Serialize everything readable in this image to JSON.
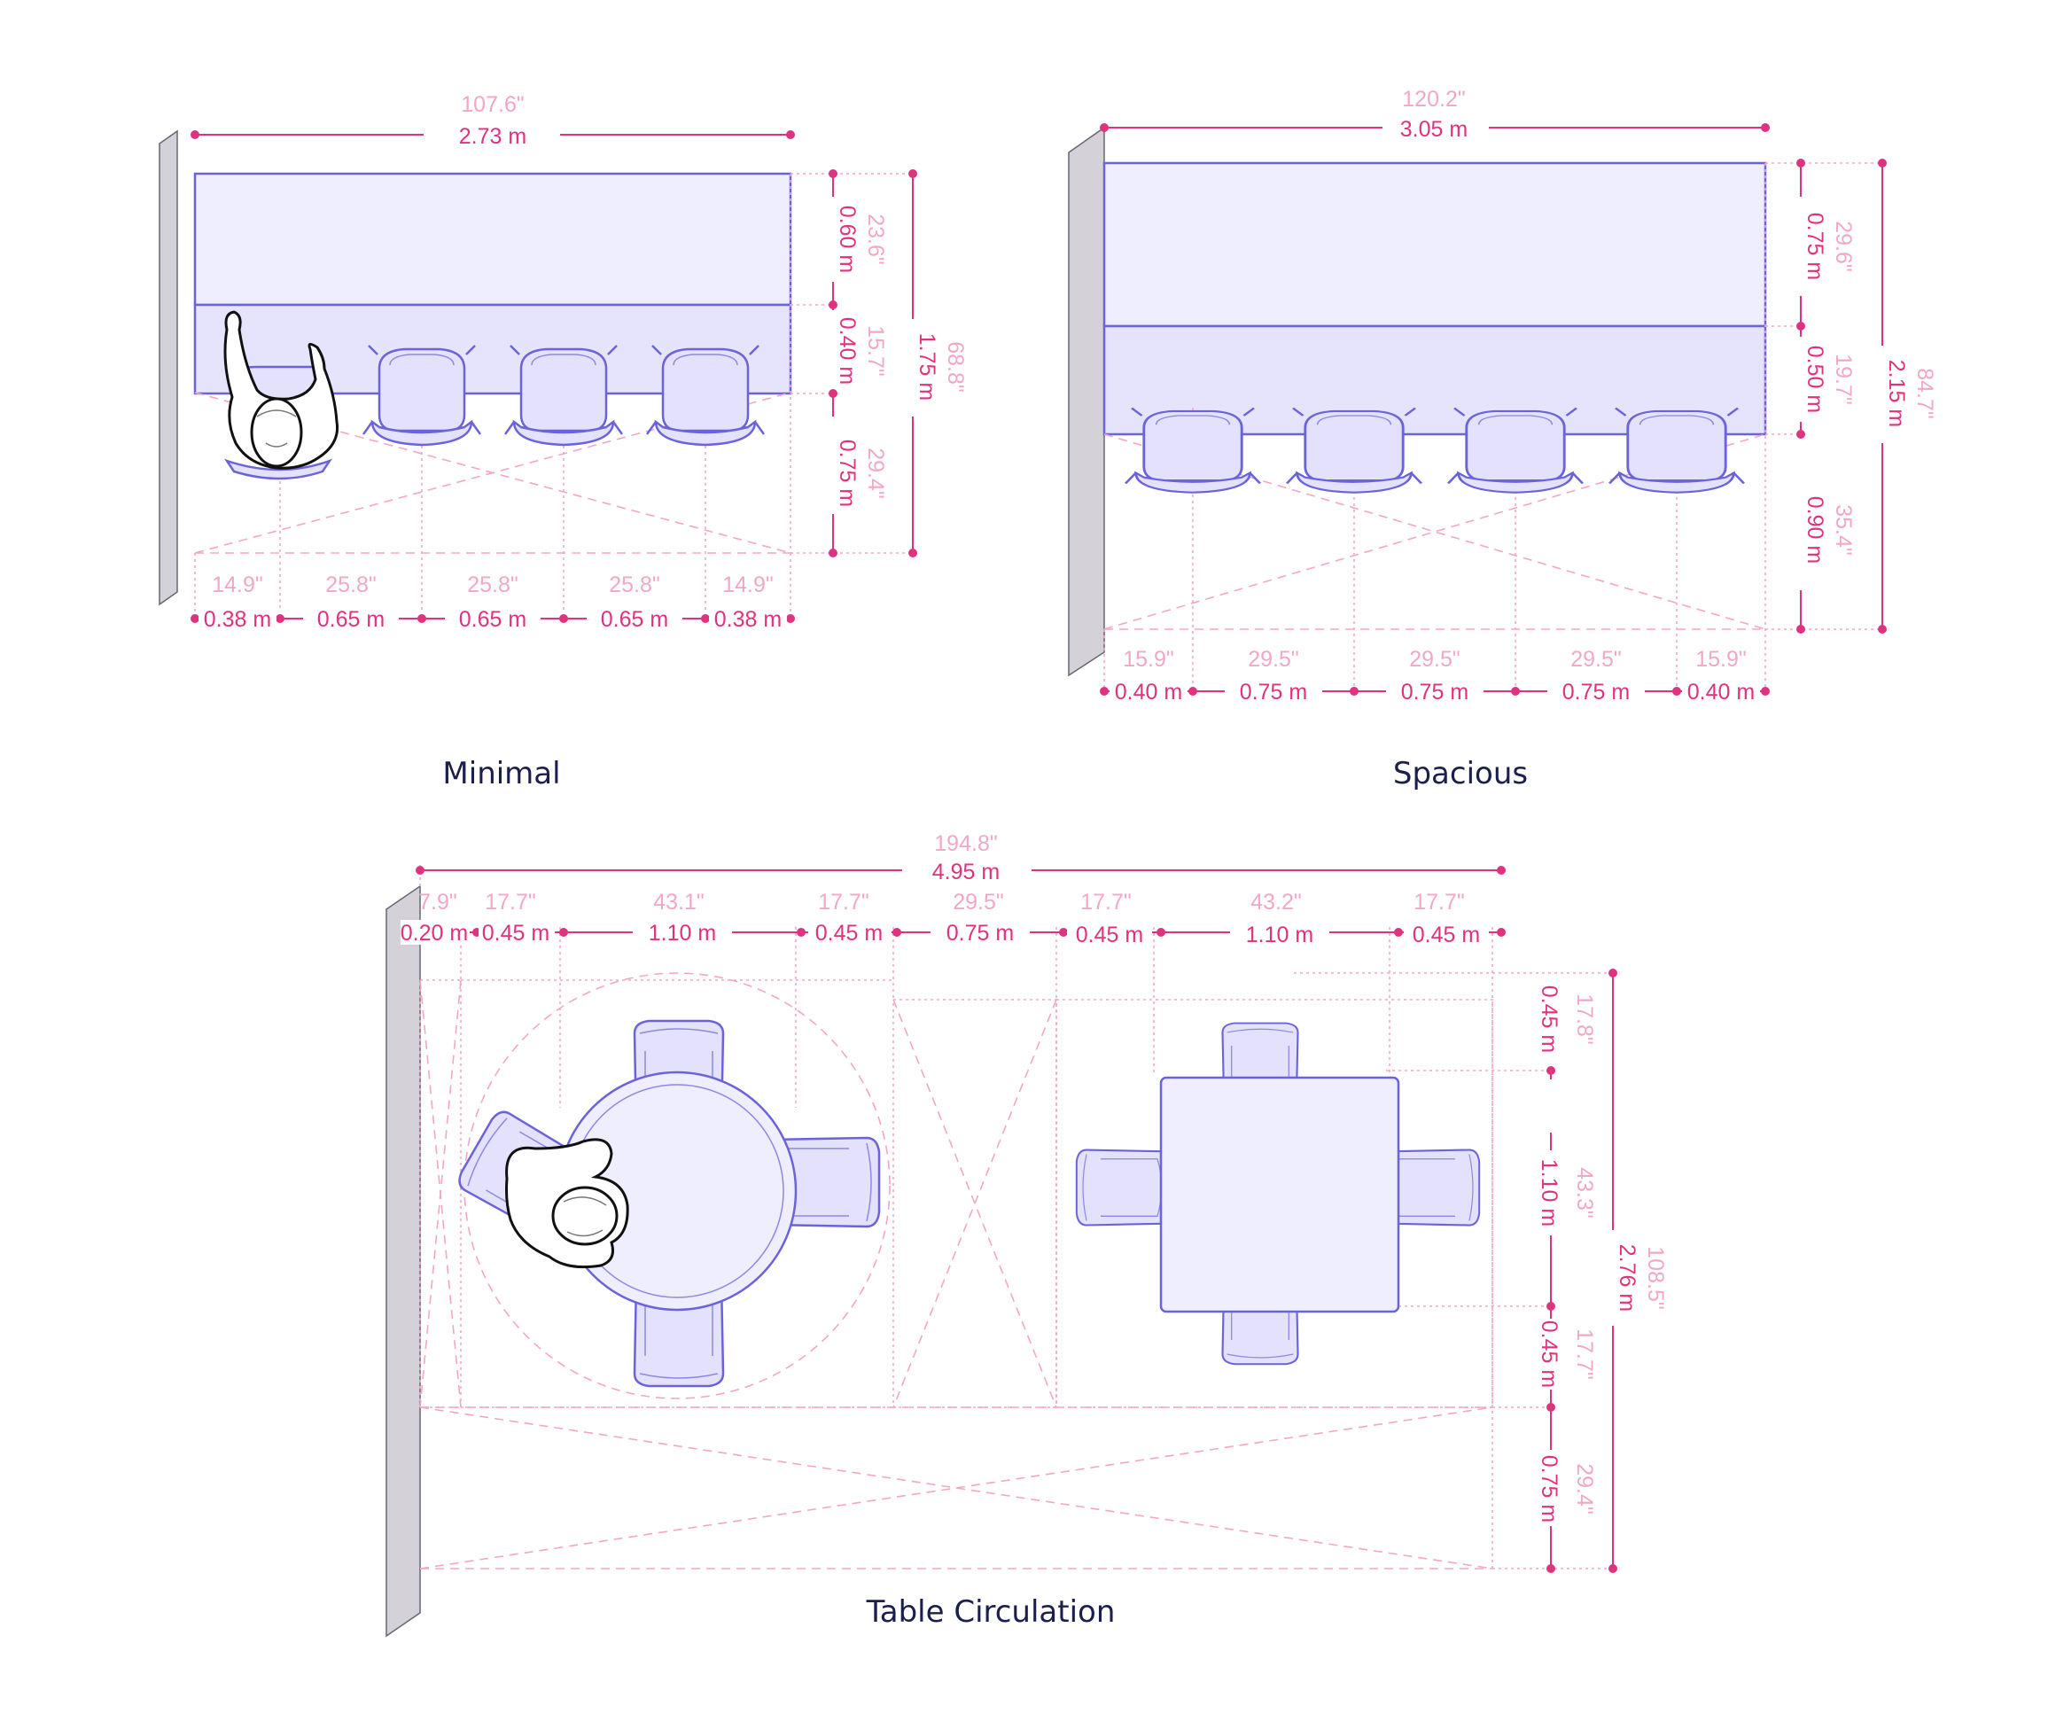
{
  "minimal": {
    "title": "Minimal",
    "width_in": "107.6\"",
    "width_m": "2.73 m",
    "depths": [
      {
        "in": "23.6\"",
        "m": "0.60 m"
      },
      {
        "in": "15.7\"",
        "m": "0.40 m"
      },
      {
        "in": "29.4\"",
        "m": "0.75 m"
      }
    ],
    "total_in": "68.8\"",
    "total_m": "1.75 m",
    "bottom": [
      {
        "in": "14.9\"",
        "m": "0.38 m"
      },
      {
        "in": "25.8\"",
        "m": "0.65 m"
      },
      {
        "in": "25.8\"",
        "m": "0.65 m"
      },
      {
        "in": "25.8\"",
        "m": "0.65 m"
      },
      {
        "in": "14.9\"",
        "m": "0.38 m"
      }
    ]
  },
  "spacious": {
    "title": "Spacious",
    "width_in": "120.2\"",
    "width_m": "3.05 m",
    "depths": [
      {
        "in": "29.6\"",
        "m": "0.75 m"
      },
      {
        "in": "19.7\"",
        "m": "0.50 m"
      },
      {
        "in": "35.4\"",
        "m": "0.90 m"
      }
    ],
    "total_in": "84.7\"",
    "total_m": "2.15 m",
    "bottom": [
      {
        "in": "15.9\"",
        "m": "0.40 m"
      },
      {
        "in": "29.5\"",
        "m": "0.75 m"
      },
      {
        "in": "29.5\"",
        "m": "0.75 m"
      },
      {
        "in": "29.5\"",
        "m": "0.75 m"
      },
      {
        "in": "15.9\"",
        "m": "0.40 m"
      }
    ]
  },
  "circulation": {
    "title": "Table Circulation",
    "width_in": "194.8\"",
    "width_m": "4.95 m",
    "top": [
      {
        "in": "7.9\"",
        "m": "0.20 m"
      },
      {
        "in": "17.7\"",
        "m": "0.45 m"
      },
      {
        "in": "43.1\"",
        "m": "1.10 m"
      },
      {
        "in": "17.7\"",
        "m": "0.45 m"
      },
      {
        "in": "29.5\"",
        "m": "0.75 m"
      },
      {
        "in": "17.7\"",
        "m": "0.45 m"
      },
      {
        "in": "43.2\"",
        "m": "1.10 m"
      },
      {
        "in": "17.7\"",
        "m": "0.45 m"
      }
    ],
    "right": [
      {
        "in": "17.8\"",
        "m": "0.45 m"
      },
      {
        "in": "43.3\"",
        "m": "1.10 m"
      },
      {
        "in": "17.7\"",
        "m": "0.45 m"
      },
      {
        "in": "29.4\"",
        "m": "0.75 m"
      }
    ],
    "total_in": "108.5\"",
    "total_m": "2.76 m"
  },
  "colors": {
    "metric": "#e0337f",
    "imperial": "#f2a7c8",
    "furniture_stroke": "#6a63d9",
    "furniture_fill": "#efeeff",
    "wall": "#d4d2d8",
    "title": "#1b1f4d"
  }
}
